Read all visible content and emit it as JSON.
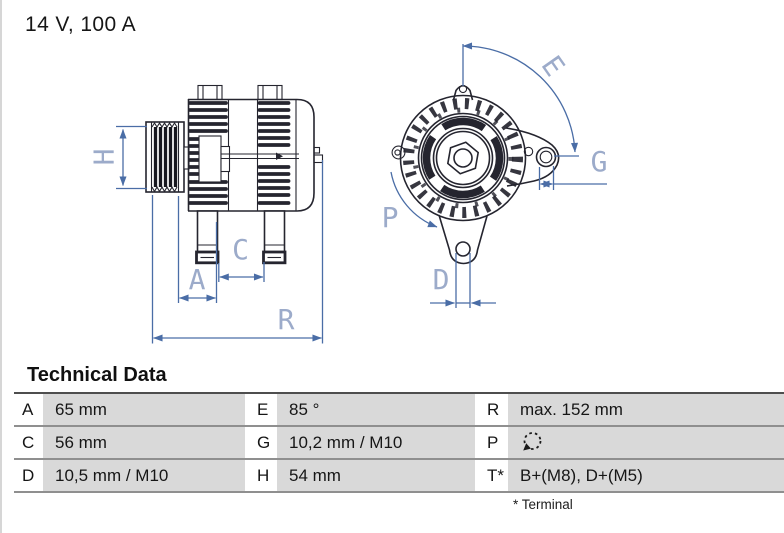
{
  "header": {
    "rating": "14 V, 100 A"
  },
  "diagram": {
    "dimension_labels": {
      "H": "H",
      "A": "A",
      "C": "C",
      "R": "R",
      "E": "E",
      "G": "G",
      "P": "P",
      "D": "D"
    },
    "colors": {
      "drawing_line": "#25252f",
      "dimension_line": "#4a6da6",
      "dimension_text": "#9cabca"
    }
  },
  "table": {
    "title": "Technical Data",
    "rows": [
      {
        "cells": [
          {
            "key": "A",
            "value": "65 mm"
          },
          {
            "key": "E",
            "value": "85 °"
          },
          {
            "key": "R",
            "value": "max. 152 mm"
          }
        ]
      },
      {
        "cells": [
          {
            "key": "C",
            "value": "56 mm"
          },
          {
            "key": "G",
            "value": "10,2 mm / M10"
          },
          {
            "key": "P",
            "value": "",
            "icon": "rotation-direction-ccw"
          }
        ]
      },
      {
        "cells": [
          {
            "key": "D",
            "value": "10,5 mm / M10"
          },
          {
            "key": "H",
            "value": "54 mm"
          },
          {
            "key": "T*",
            "value": "B+(M8), D+(M5)"
          }
        ]
      }
    ],
    "footnote": "* Terminal"
  }
}
